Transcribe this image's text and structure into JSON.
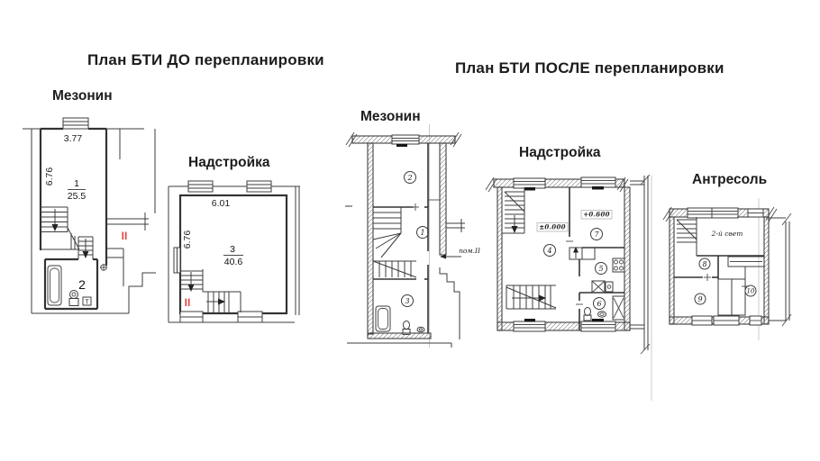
{
  "colors": {
    "accent_red": "#e34848",
    "wall": "#333333",
    "fold_line": "#ccccc6"
  },
  "before": {
    "title": "План БТИ ДО перепланировки",
    "mezzanine": {
      "label": "Мезонин",
      "dim_width": "3.77",
      "dim_height": "6.76",
      "room1": {
        "number": "1",
        "area": "25.5"
      },
      "room2": {
        "number": "2",
        "heater": "Т"
      },
      "section_mark": "II"
    },
    "nadstroika": {
      "label": "Надстройка",
      "dim_width": "6.01",
      "dim_height": "6.76",
      "room3": {
        "number": "3",
        "area": "40.6"
      },
      "section_mark": "II"
    }
  },
  "after": {
    "title": "План БТИ ПОСЛЕ перепланировки",
    "mezzanine": {
      "label": "Мезонин",
      "rooms": [
        "1",
        "2",
        "3"
      ],
      "pom_label": "пом.II"
    },
    "nadstroika": {
      "label": "Надстройка",
      "rooms": [
        "4",
        "5",
        "6",
        "7"
      ],
      "elevation_zero": "±0.000",
      "elevation_up": "+0.600"
    },
    "antresol": {
      "label": "Антресоль",
      "rooms": [
        "8",
        "9",
        "10"
      ],
      "second_light": "2-й свет"
    }
  }
}
